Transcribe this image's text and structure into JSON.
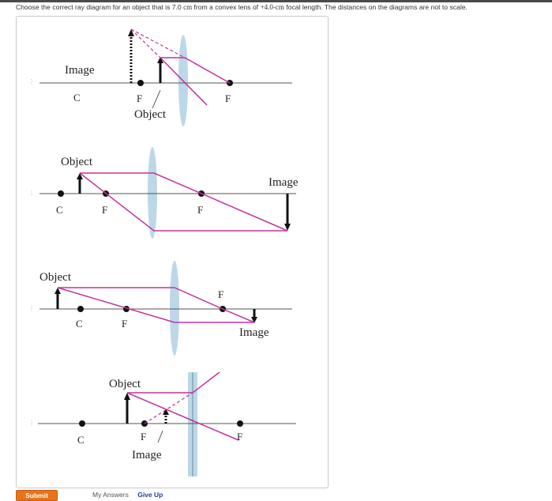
{
  "question": {
    "text_a": "Choose the correct ray diagram for an object that is 7.0 ",
    "unit_a": "cm",
    "text_b": " from a convex lens of ",
    "value_b": "+4.0-cm",
    "text_c": " focal length. The distances on the diagrams are not to scale."
  },
  "options": [
    {
      "image": "Image",
      "object": "Object",
      "c": "C",
      "f1": "F",
      "f2": "F"
    },
    {
      "image": "Image",
      "object": "Object",
      "c": "C",
      "f1": "F",
      "f2": "F"
    },
    {
      "image": "Image",
      "object": "Object",
      "c": "C",
      "f1": "F",
      "f2": "F"
    },
    {
      "image": "Image",
      "object": "Object",
      "c": "C",
      "f1": "F",
      "f2": "F"
    }
  ],
  "actions": {
    "submit": "Submit",
    "my_answers": "My Answers",
    "give_up": "Give Up"
  },
  "colors": {
    "ray": "#c0359b",
    "lens": "#bcd8e8",
    "axis": "#555555",
    "submit": "#e8731a",
    "link": "#1f3ea6"
  }
}
